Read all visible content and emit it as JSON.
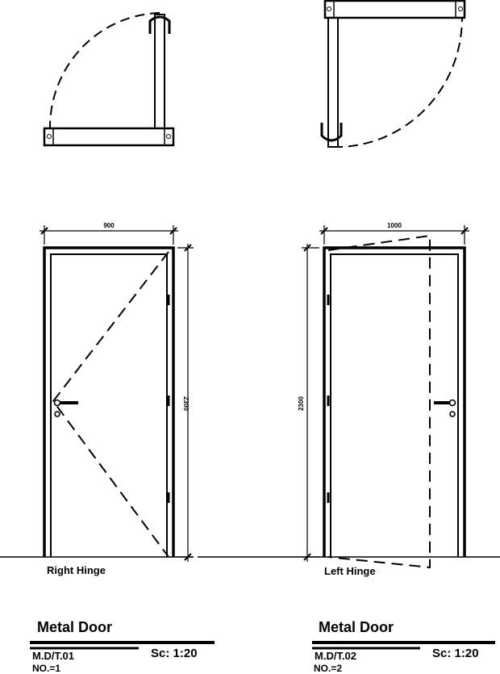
{
  "drawing_title": "",
  "door1": {
    "hinge_label": "Right Hinge",
    "width_dim": "900",
    "height_dim": "2300",
    "title": "Metal Door",
    "code": "M.D/T.01",
    "scale": "Sc: 1:20",
    "number": "NO.=1"
  },
  "door2": {
    "hinge_label": "Left Hinge",
    "width_dim": "1000",
    "height_dim": "2300",
    "title": "Metal Door",
    "code": "M.D/T.02",
    "scale": "Sc: 1:20",
    "number": "NO.=2"
  },
  "colors": {
    "line": "#000000",
    "background": "#ffffff"
  }
}
